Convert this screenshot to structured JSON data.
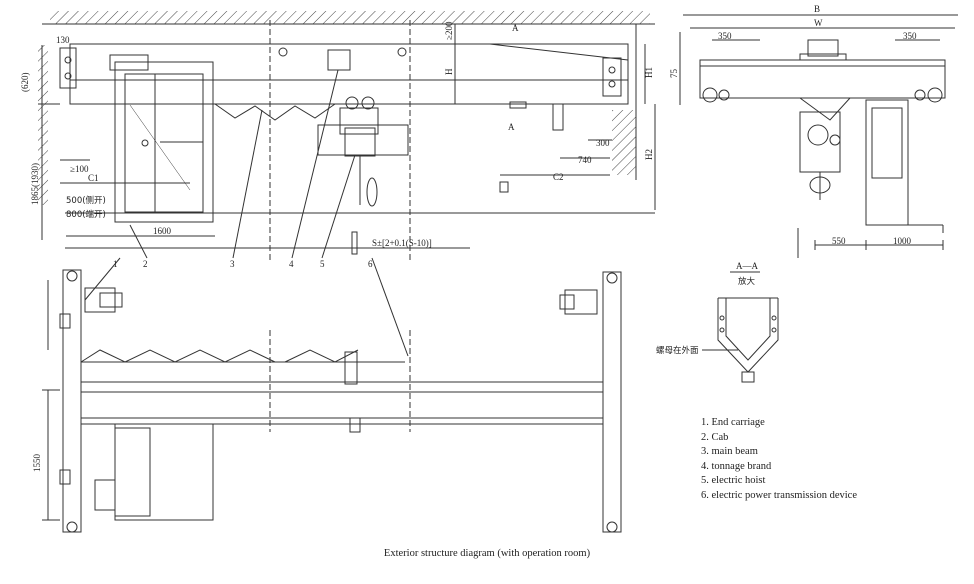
{
  "diagram": {
    "caption": "Exterior structure diagram (with operation room)",
    "legend": [
      "1. End carriage",
      "2. Cab",
      "3. main beam",
      "4. tonnage brand",
      "5. electric hoist",
      "6. electric power transmission device"
    ],
    "callouts": [
      "1",
      "2",
      "3",
      "4",
      "5",
      "6"
    ],
    "dimensions": {
      "d130": "130",
      "d620": "(620)",
      "d1865": "1865(1930)",
      "d100": "≥100",
      "c1": "C1",
      "d500": "500(侧开)",
      "d800": "800(端开)",
      "d1600": "1600",
      "d200": "≥200",
      "h": "H",
      "h1": "H1",
      "h2": "H2",
      "a_mark": "A",
      "d740": "740",
      "d300": "300",
      "c2": "C2",
      "span": "S±[2+0.1(S-10)]",
      "b": "B",
      "w": "W",
      "d350l": "350",
      "d350r": "350",
      "d75": "75",
      "d550": "550",
      "d1000": "1000",
      "d1550": "1550"
    },
    "section": {
      "title": "A—A",
      "scale": "放大",
      "note": "螺母在外面"
    }
  }
}
